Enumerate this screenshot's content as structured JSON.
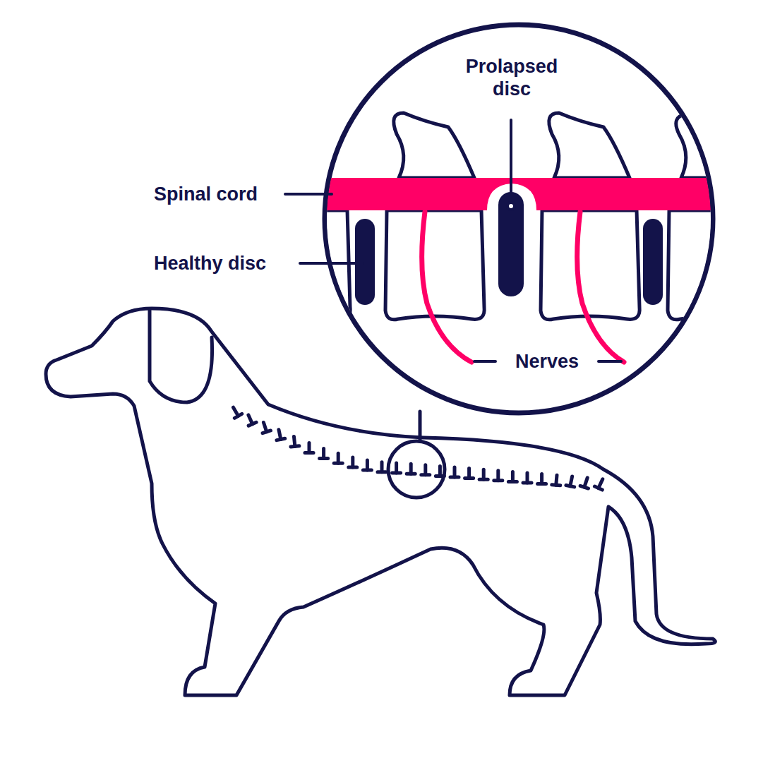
{
  "diagram": {
    "labels": [
      "Prolapsed disc",
      "Spinal cord",
      "Healthy disc",
      "Nerves"
    ]
  }
}
